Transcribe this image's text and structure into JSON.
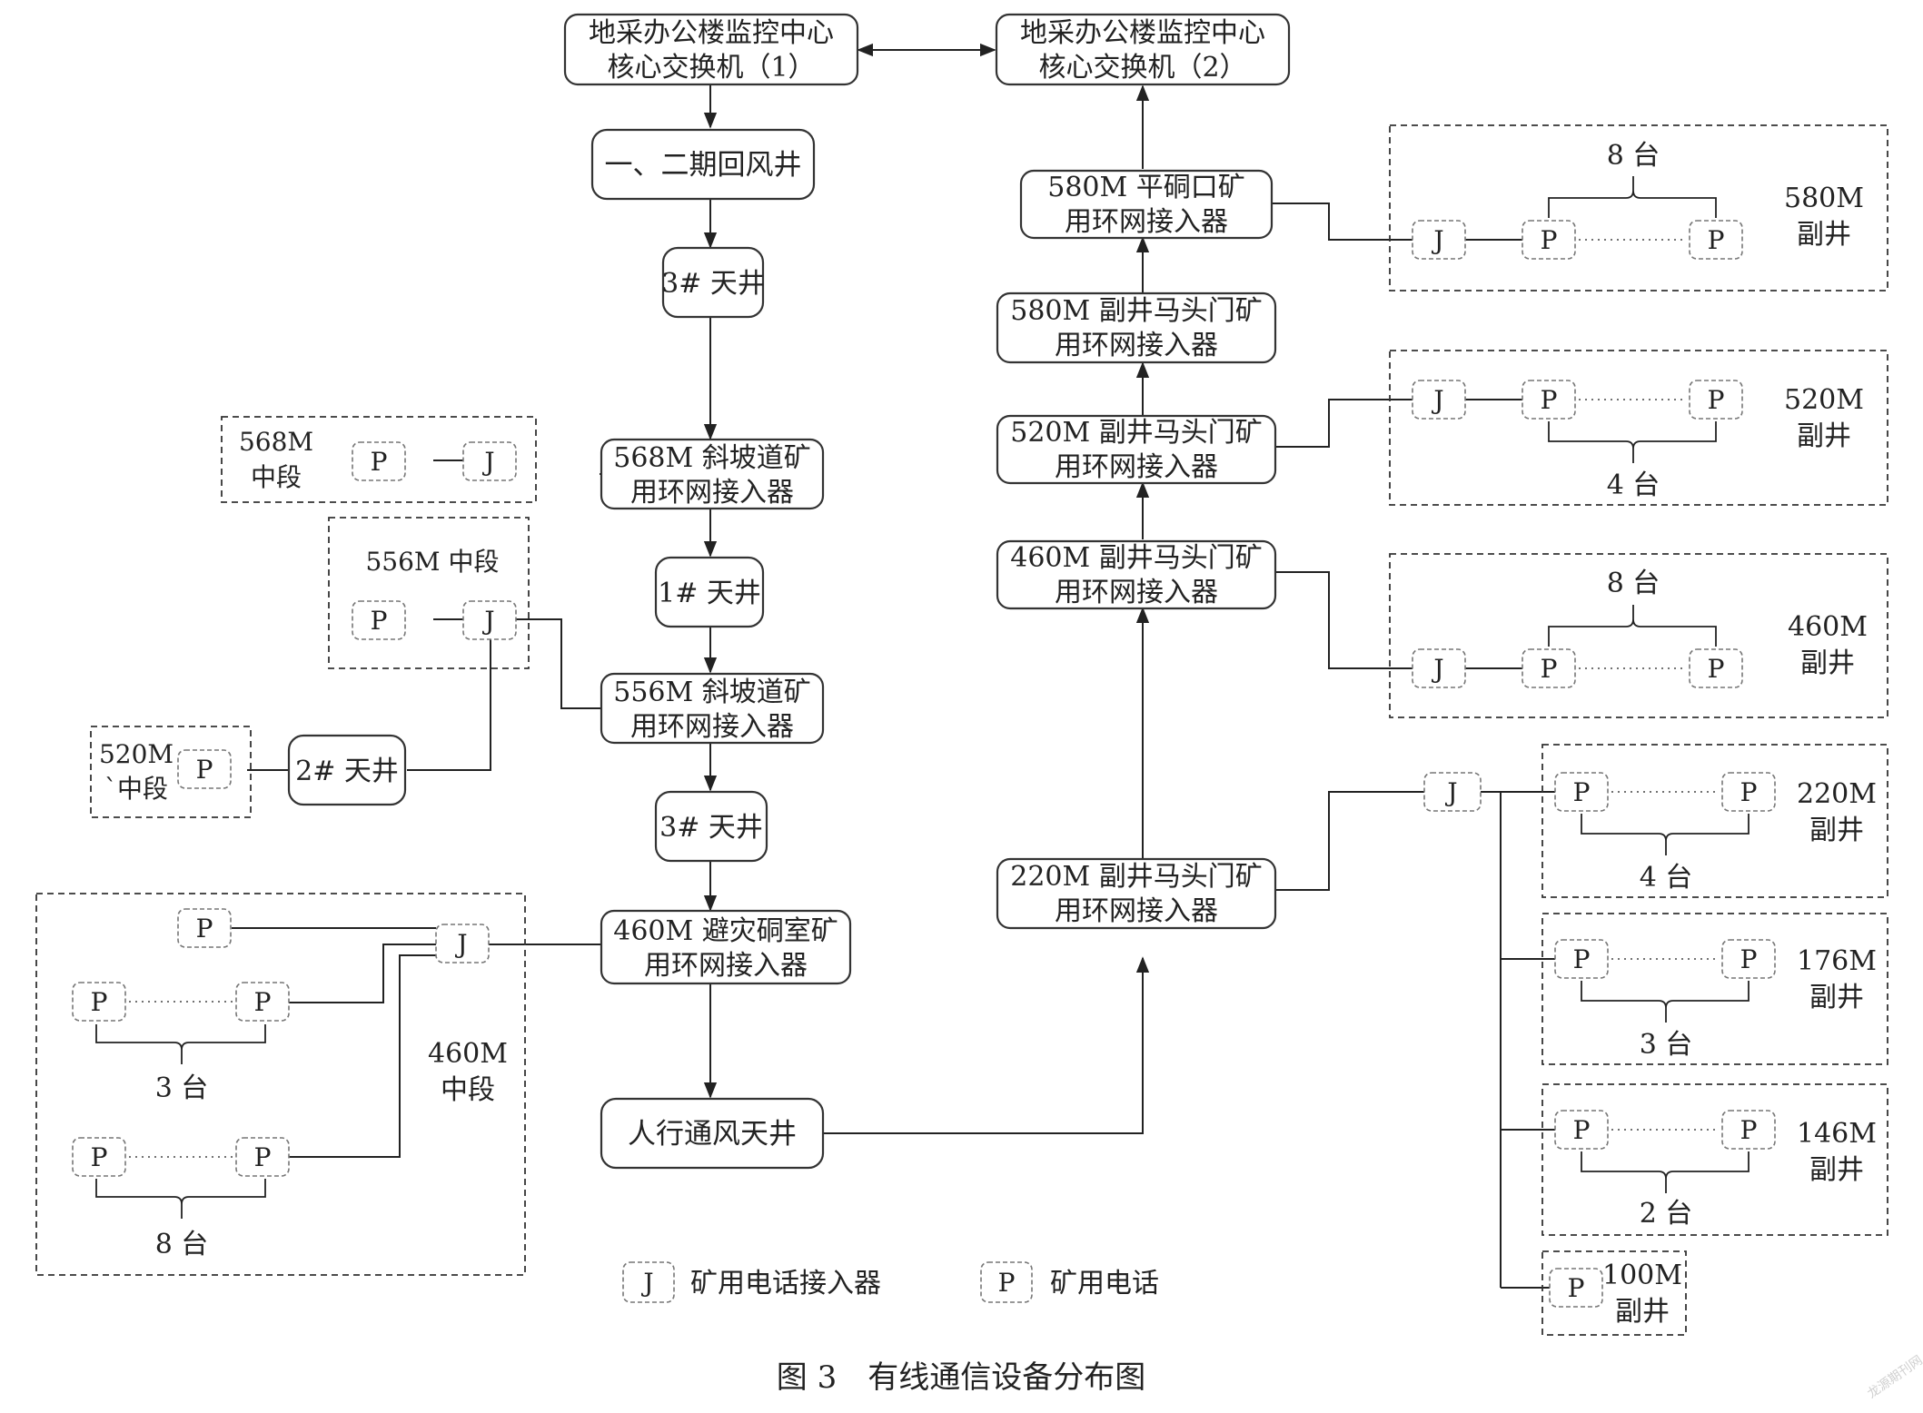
{
  "nodes": {
    "core1": [
      "地采办公楼监控中心",
      "核心交换机（1）"
    ],
    "core2": [
      "地采办公楼监控中心",
      "核心交换机（2）"
    ],
    "shaft_12": [
      "一、二期回风井"
    ],
    "raise3_top": [
      "3# 天井"
    ],
    "n568": [
      "568M 斜坡道矿",
      "用环网接入器"
    ],
    "raise1": [
      "1# 天井"
    ],
    "n556": [
      "556M 斜坡道矿",
      "用环网接入器"
    ],
    "raise3_mid": [
      "3# 天井"
    ],
    "n460r": [
      "460M 避灾硐室矿",
      "用环网接入器"
    ],
    "vent": [
      "人行通风天井"
    ],
    "raise2": [
      "2# 天井"
    ],
    "n580p": [
      "580M 平硐口矿",
      "用环网接入器"
    ],
    "n580s": [
      "580M 副井马头门矿",
      "用环网接入器"
    ],
    "n520s": [
      "520M 副井马头门矿",
      "用环网接入器"
    ],
    "n460s": [
      "460M 副井马头门矿",
      "用环网接入器"
    ],
    "n220s": [
      "220M 副井马头门矿",
      "用环网接入器"
    ]
  },
  "device": {
    "J": "J",
    "P": "P"
  },
  "groups": {
    "g568": [
      "568M",
      "中段"
    ],
    "g556": [
      "556M 中段"
    ],
    "g520": [
      "520M",
      "`中段"
    ],
    "g460": [
      "460M",
      "中段"
    ],
    "r580": [
      "580M",
      "副井"
    ],
    "r520": [
      "520M",
      "副井"
    ],
    "r460": [
      "460M",
      "副井"
    ],
    "r220": [
      "220M",
      "副井"
    ],
    "r176": [
      "176M",
      "副井"
    ],
    "r146": [
      "146M",
      "副井"
    ],
    "r100": [
      "100M",
      "副井"
    ]
  },
  "counts": {
    "c580": "8 台",
    "c520": "4 台",
    "c460r": "8 台",
    "c220": "4 台",
    "c176": "3 台",
    "c146": "2 台",
    "c460a": "3 台",
    "c460b": "8 台"
  },
  "legend": {
    "j_label": "矿用电话接入器",
    "p_label": "矿用电话"
  },
  "caption": "图 3　有线通信设备分布图",
  "watermark": "龙源期刊网"
}
